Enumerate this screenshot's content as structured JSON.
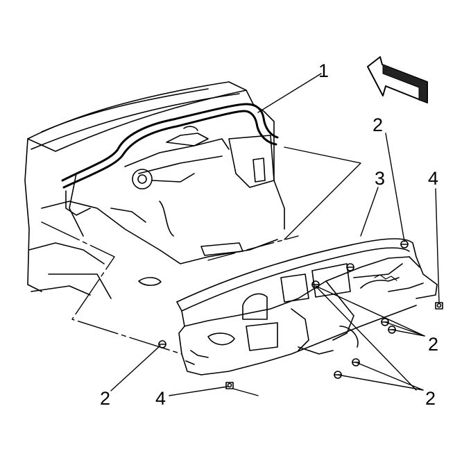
{
  "callouts": [
    {
      "id": "c1",
      "label": "1"
    },
    {
      "id": "c2a",
      "label": "2"
    },
    {
      "id": "c3",
      "label": "3"
    },
    {
      "id": "c4a",
      "label": "4"
    },
    {
      "id": "c2b",
      "label": "2"
    },
    {
      "id": "c2c",
      "label": "2"
    },
    {
      "id": "c4b",
      "label": "4"
    },
    {
      "id": "c2d",
      "label": "2"
    }
  ],
  "colors": {
    "line": "#000000",
    "background": "#ffffff",
    "arrow_fill": "#222222"
  },
  "icons": {
    "direction_arrow": "front-direction-arrow-icon"
  }
}
